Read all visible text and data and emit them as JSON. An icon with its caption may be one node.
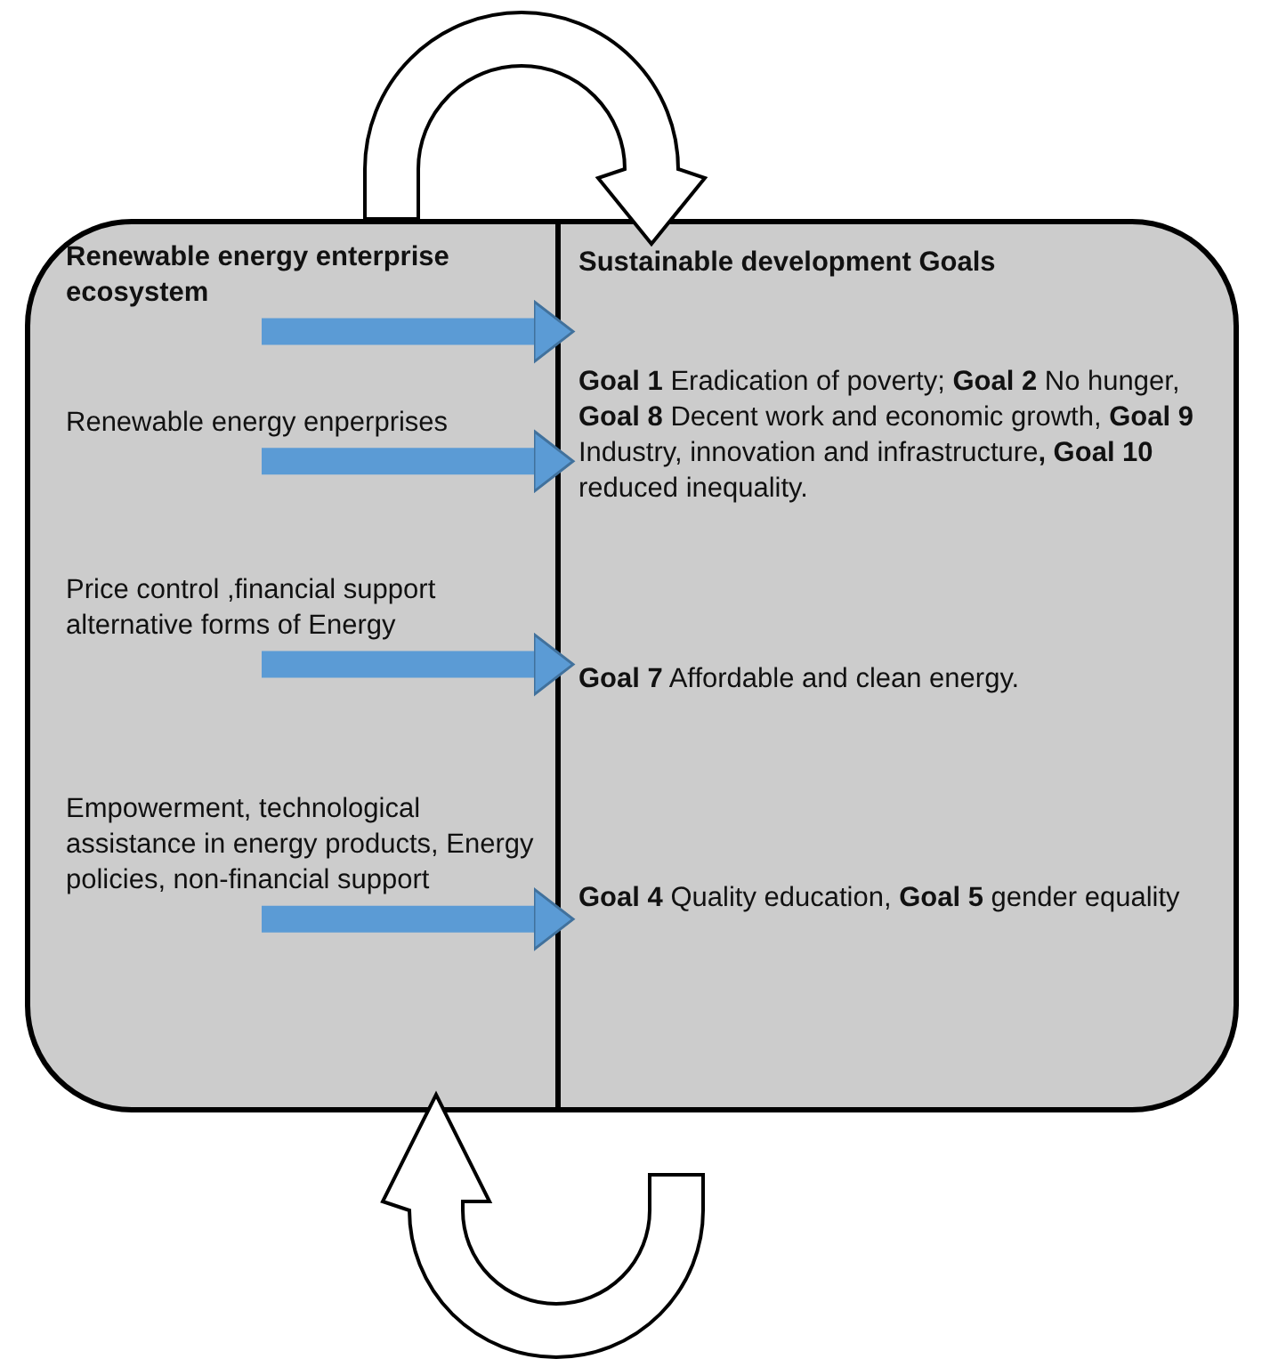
{
  "diagram": {
    "nodes": [
      {
        "text": [],
        "shape": "box"
      },
      {
        "text": [],
        "shape": "box"
      },
      {
        "text": [
          "Renewable energy enterprise ecosystem"
        ],
        "in": 0
      },
      {
        "text": [
          "Renewable energy enperprises"
        ],
        "in": 0
      },
      {
        "text": [
          "Price control ,financial support alternative  forms of Energy"
        ],
        "in": 0
      },
      {
        "text": [
          "Empowerment, technological assistance in energy products, Energy policies,  non-financial support"
        ],
        "in": 0
      },
      {
        "text": [
          "Sustainable development Goals"
        ],
        "in": 1
      },
      {
        "text": [
          "**Goal 1** Eradication of poverty;  **Goal 2** No hunger,  **Goal 8** Decent work and economic growth, **Goal 9** Industry, innovation and infrastructure**, Goal 10** reduced inequality."
        ],
        "in": 1
      },
      {
        "text": [
          "**Goal 7** Affordable and clean energy."
        ],
        "in": 1
      },
      {
        "text": [
          "**Goal 4** Quality education, **Goal 5** gender equality"
        ],
        "in": 1
      }
    ],
    "edges": [
      {
        "from": 2,
        "to": 6,
        "arrow": "to"
      },
      {
        "from": 3,
        "to": 7,
        "arrow": "to"
      },
      {
        "from": 4,
        "to": 8,
        "arrow": "to"
      },
      {
        "from": 5,
        "to": 9,
        "arrow": "to"
      },
      {
        "from": 0,
        "to": 1,
        "arrow": "to",
        "color": "#000000"
      },
      {
        "from": 1,
        "to": 0,
        "arrow": "to",
        "color": "#000000"
      }
    ]
  }
}
